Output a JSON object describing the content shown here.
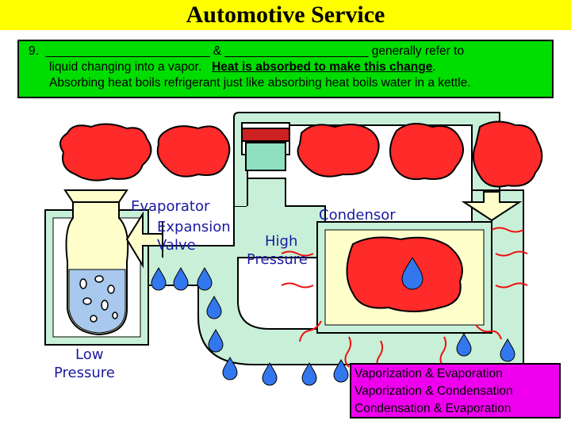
{
  "header": {
    "title": "Automotive Service"
  },
  "question": {
    "number": "9.",
    "blank1": "________________________",
    "amp": "&",
    "blank2": "_____________________",
    "line1_tail": "generally refer to",
    "line2_text": "liquid changing into a vapor.",
    "line2_emphasis": "Heat is absorbed to make this change",
    "line2_end": ".",
    "line3": "Absorbing heat boils refrigerant just like absorbing heat boils water in a kettle."
  },
  "diagram_labels": {
    "evaporator": "Evaporator",
    "expansion_valve_1": "Expansion",
    "expansion_valve_2": "Valve",
    "condensor": "Condensor",
    "high_pressure_1": "High",
    "high_pressure_2": "Pressure",
    "low_pressure_1": "Low",
    "low_pressure_2": "Pressure"
  },
  "answer_choices": [
    "Vaporization & Evaporation",
    "Vaporization & Condensation",
    "Condensation & Evaporation"
  ],
  "colors": {
    "title_bg": "#ffff00",
    "question_bg": "#00dd00",
    "answers_bg": "#ee00ee",
    "heat_red": "#ff2a2a",
    "pipe_green": "#c8f0d8",
    "label_blue": "#1a1aa0",
    "droplet_blue": "#3377ee"
  }
}
